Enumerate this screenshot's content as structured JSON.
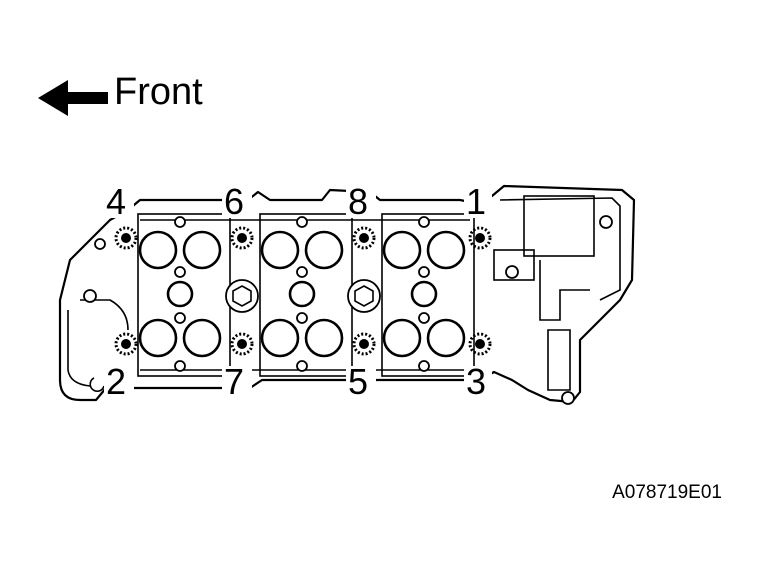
{
  "direction_label": "Front",
  "figure_code": "A078719E01",
  "bolt_sequence": {
    "top_row": [
      "4",
      "6",
      "8",
      "1"
    ],
    "bottom_row": [
      "2",
      "7",
      "5",
      "3"
    ]
  },
  "icons": {
    "direction_arrow": "arrow-left-icon",
    "bolt": "bolt-icon"
  },
  "colors": {
    "line": "#000000",
    "background": "#ffffff"
  }
}
